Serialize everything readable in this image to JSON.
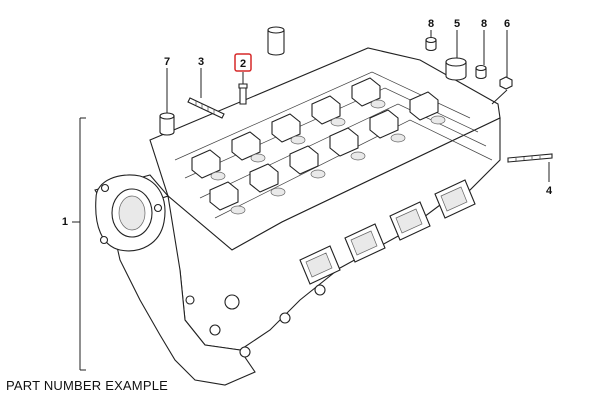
{
  "caption": "PART NUMBER EXAMPLE",
  "highlight_color": "#d62828",
  "callouts": [
    {
      "id": "c1",
      "label": "1"
    },
    {
      "id": "c2",
      "label": "2",
      "highlighted": true
    },
    {
      "id": "c3",
      "label": "3"
    },
    {
      "id": "c4",
      "label": "4"
    },
    {
      "id": "c5",
      "label": "5"
    },
    {
      "id": "c6",
      "label": "6"
    },
    {
      "id": "c7",
      "label": "7"
    },
    {
      "id": "c8a",
      "label": "8"
    },
    {
      "id": "c8b",
      "label": "8"
    }
  ]
}
